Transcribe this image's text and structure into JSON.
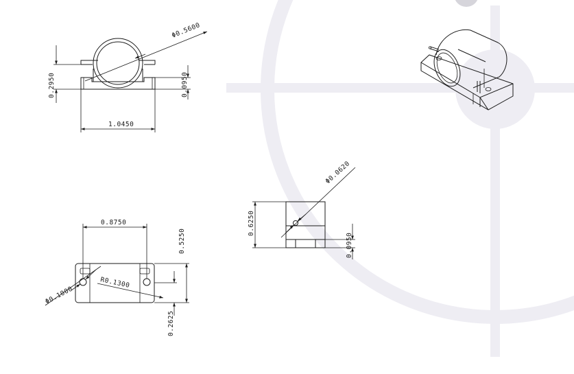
{
  "colors": {
    "line": "#1a1a1a",
    "watermark": "#eeedf3",
    "background": "#ffffff"
  },
  "front_view": {
    "diameter": "Φ0.5600",
    "height": "0.2950",
    "base_thickness": "0.0950",
    "width": "1.0450"
  },
  "top_view": {
    "hole_spacing": "0.8750",
    "depth": "0.5250",
    "half_depth": "0.2625",
    "hole_diameter": "Φ0.1000",
    "corner_radius": "R0.1300"
  },
  "side_view": {
    "hole_diameter": "Φ0.0620",
    "height": "0.6250",
    "base_thickness": "0.0950"
  }
}
